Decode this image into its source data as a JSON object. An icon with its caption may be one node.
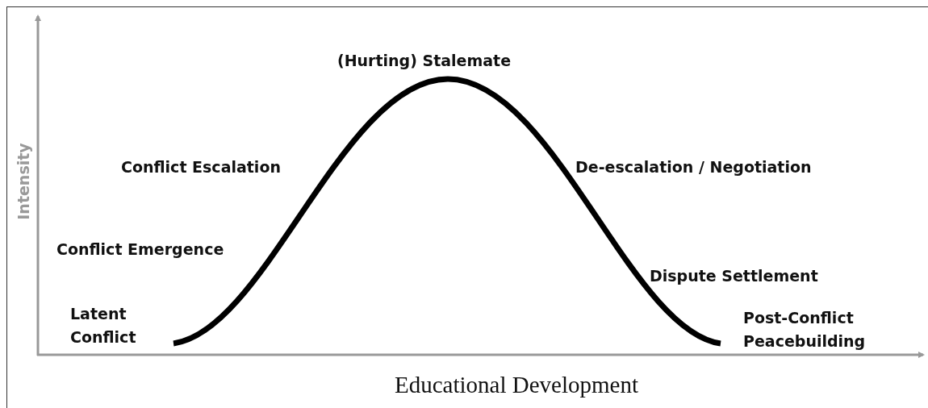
{
  "diagram": {
    "labels": [
      "(Hurting) Stalemate",
      "Conflict Escalation",
      "De-escalation / Negotiation",
      "Intensity",
      "Conflict Emergence",
      "Dispute Settlement",
      "Latent Conflict",
      "Post-Conflict Peacebuilding",
      "Educational Development"
    ]
  }
}
